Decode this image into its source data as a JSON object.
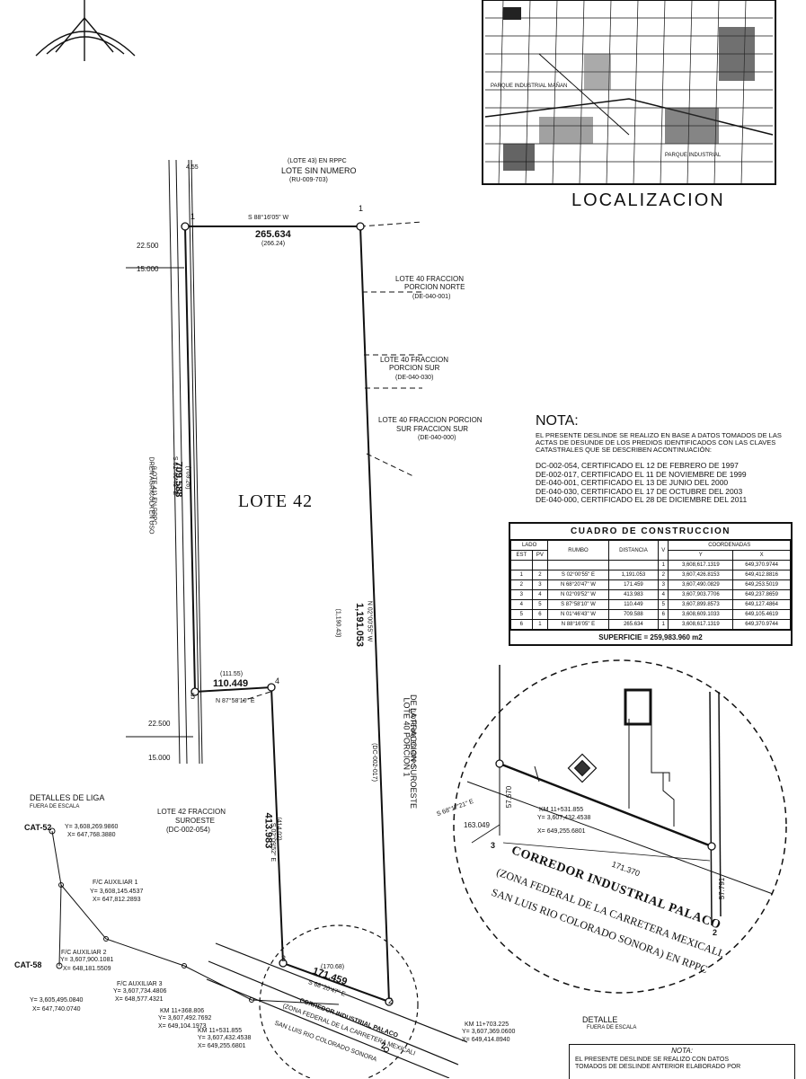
{
  "lote_principal": "LOTE 42",
  "localizacion_titulo": "LOCALIZACION",
  "localizacion_map_labels": [
    "PARQUE INDUSTRIAL MAÑAN",
    "PARQUE INDUSTRIAL"
  ],
  "colindantes": {
    "norte": {
      "linea1": "(LOTE 43) EN RPPC",
      "linea2": "LOTE SIN NUMERO",
      "linea3": "(RU-009-703)"
    },
    "lote40_norte": {
      "linea1": "LOTE 40 FRACCION",
      "linea2": "PORCION NORTE",
      "linea3": "(DE-040-001)"
    },
    "lote40_sur": {
      "linea1": "LOTE 40 FRACCION",
      "linea2": "PORCION SUR",
      "linea3": "(DE-040-030)"
    },
    "lote40_sur_sur": {
      "linea1": "LOTE 40 FRACCION PORCION",
      "linea2": "SUR FRACCION SUR",
      "linea3": "(DE-040-000)"
    },
    "lote40_porcion1": {
      "linea1": "LOTE 40 PORCION 1",
      "linea2": "DE LA FRACCION SUROESTE",
      "linea3": "(LOTE 40) EN RPPC",
      "linea4": "(DC-002-017)"
    },
    "lote42_suroeste": {
      "linea1": "LOTE 42 FRACCION",
      "linea2": "SUROESTE",
      "linea3": "(DC-002-054)"
    },
    "dren": {
      "linea1": "DREN AGRICOLA EN USO",
      "linea2": "(LOTE 41) EN RPPC"
    }
  },
  "cotas": {
    "lado_norte": "265.634",
    "lado_norte_ant": "(266.24)",
    "rumbo_norte": "S 88°16'05\" W",
    "lado_este": "1,191.053",
    "lado_este_ant": "(1,190.43)",
    "rumbo_este": "N 02°00'55\" W",
    "lado_oeste": "709.588",
    "lado_oeste_ant": "(709.26)",
    "rumbo_oeste": "S 01°46'43\" E",
    "lado_5_4": "110.449",
    "lado_5_4_ant": "(111.55)",
    "rumbo_5_4": "N 87°58'10\" E",
    "lado_4_3": "413.983",
    "lado_4_3_ant": "(414.02)",
    "rumbo_4_3": "S 02°09'52\" E",
    "lado_3_2": "171.459",
    "lado_3_2_ant": "(170.68)",
    "rumbo_3_2": "S 68°20'47\" E",
    "dist_455": "4.55",
    "d22500a": "22.500",
    "d15000a": "15.000",
    "d22500b": "22.500",
    "d15000b": "15.000"
  },
  "vertices": [
    "1",
    "1",
    "2",
    "3",
    "4",
    "5",
    "2",
    "3"
  ],
  "nota": {
    "titulo": "NOTA:",
    "texto": "El presente deslinde se realizo en base a datos tomados de las actas de desunde de los predios identificados con las claves catastrales que se describen acontinuación:",
    "certificados": [
      "DC-002-054, CERTIFICADO EL 12 DE FEBRERO DE 1997",
      "DE-002-017, CERTIFICADO EL 11 DE NOVIEMBRE DE 1999",
      "DE-040-001, CERTIFICADO EL 13 DE JUNIO DEL 2000",
      "DE-040-030, CERTIFICADO EL 17 DE OCTUBRE DEL 2003",
      "DE-040-000, CERTIFICADO EL 28 DE DICIEMBRE DEL 2011"
    ]
  },
  "cuadro": {
    "titulo": "CUADRO DE CONSTRUCCION",
    "h_lado": "LADO",
    "h_est": "EST",
    "h_pv": "PV",
    "h_rumbo": "RUMBO",
    "h_distancia": "DISTANCIA",
    "h_v": "V",
    "h_coordenadas": "COORDENADAS",
    "h_y": "Y",
    "h_x": "X",
    "primer_renglon": {
      "v": "1",
      "y": "3,608,617.1319",
      "x": "649,370.9744"
    },
    "filas": [
      {
        "est": "1",
        "pv": "2",
        "rumbo": "S 02°00'55\" E",
        "dist": "1,191.053",
        "v": "2",
        "y": "3,607,426.8153",
        "x": "649,412.8816"
      },
      {
        "est": "2",
        "pv": "3",
        "rumbo": "N 68°20'47\" W",
        "dist": "171.459",
        "v": "3",
        "y": "3,607,490.0829",
        "x": "649,253.5019"
      },
      {
        "est": "3",
        "pv": "4",
        "rumbo": "N 02°09'52\" W",
        "dist": "413.983",
        "v": "4",
        "y": "3,607,903.7706",
        "x": "649,237.8659"
      },
      {
        "est": "4",
        "pv": "5",
        "rumbo": "S 87°58'10\" W",
        "dist": "110.449",
        "v": "5",
        "y": "3,607,899.8573",
        "x": "649,127.4864"
      },
      {
        "est": "5",
        "pv": "6",
        "rumbo": "N 01°46'43\" W",
        "dist": "709.588",
        "v": "6",
        "y": "3,608,609.1033",
        "x": "649,105.4619"
      },
      {
        "est": "6",
        "pv": "1",
        "rumbo": "N 88°16'05\" E",
        "dist": "265.634",
        "v": "1",
        "y": "3,608,617.1319",
        "x": "649,370.9744"
      }
    ],
    "superficie": "SUPERFICIE = 259,983.960 m2"
  },
  "detalle": {
    "titulo": "DETALLE",
    "subtitulo": "FUERA DE ESCALA",
    "corredor": "CORREDOR INDUSTRIAL PALACO",
    "zona1": "(ZONA FEDERAL DE LA CARRETERA MEXICALI,",
    "zona2": "SAN LUIS RIO COLORADO SONORA) EN RPPC",
    "rumbo": "S 68°17'21\" E",
    "dist_163": "163.049",
    "dist_171": "171.370",
    "dist_57670": "57.670",
    "dist_57791": "57.791",
    "km": "KM 11+531.855",
    "km_y": "Y= 3,607,432.4538",
    "km_x": "X= 649,255.6801",
    "v3": "3",
    "v2": "2"
  },
  "liga": {
    "titulo": "DETALLES DE LIGA",
    "subtitulo": "FUERA DE ESCALA",
    "cat52": "CAT-52",
    "cat52_y": "Y= 3,608,269.9860",
    "cat52_x": "X= 647,768.3880",
    "cat58": "CAT-58",
    "cat58_y": "Y= 3,605,495.0840",
    "cat58_x": "X= 647,740.0740",
    "aux1": "F/C AUXILIAR 1",
    "aux1_y": "Y= 3,608,145.4537",
    "aux1_x": "X= 647,812.2893",
    "aux2": "F/C AUXILIAR 2",
    "aux2_y": "Y= 3,607,900.1081",
    "aux2_x": "X= 648,181.5509",
    "aux3": "F/C AUXILIAR 3",
    "aux3_y": "Y= 3,607,734.4806",
    "aux3_x": "X= 648,577.4321",
    "km1": "KM 11+368.806",
    "km1_y": "Y= 3,607,492.7692",
    "km1_x": "X= 649,104.1973",
    "km2": "KM 11+531.855",
    "km2_y": "Y= 3,607,432.4538",
    "km2_x": "X= 649,255.6801",
    "km3": "KM 11+703.225",
    "km3_y": "Y= 3,607,369.0600",
    "km3_x": "X= 649,414.8940",
    "corredor": "CORREDOR INDUSTRIAL PALACO",
    "zona1": "(ZONA FEDERAL DE LA CARRETERA MEXICALI",
    "zona2": "SAN LUIS RIO COLORADO SONORA"
  },
  "nota2": {
    "titulo": "NOTA:",
    "texto1": "El presente deslinde se realizo con datos",
    "texto2": "tomados de deslinde anterior elaborado por"
  }
}
